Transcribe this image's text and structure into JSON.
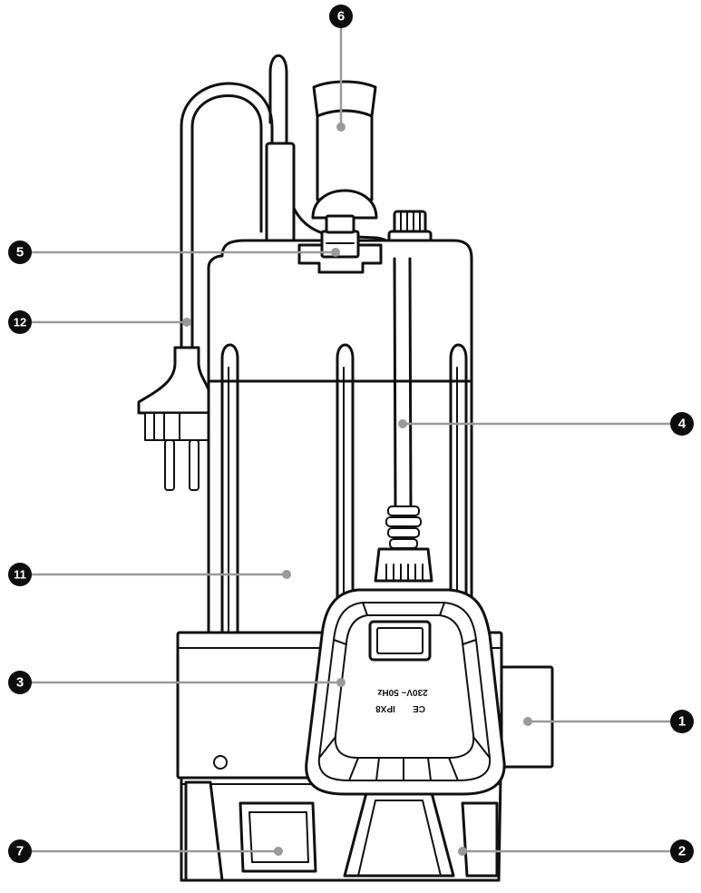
{
  "callouts": [
    {
      "id": "1",
      "label": "1",
      "part": "outlet-port"
    },
    {
      "id": "2",
      "label": "2",
      "part": "base-foot-right"
    },
    {
      "id": "3",
      "label": "3",
      "part": "float-switch"
    },
    {
      "id": "4",
      "label": "4",
      "part": "switch-cable"
    },
    {
      "id": "5",
      "label": "5",
      "part": "cable-clip"
    },
    {
      "id": "6",
      "label": "6",
      "part": "carry-handle"
    },
    {
      "id": "7",
      "label": "7",
      "part": "base-foot-left"
    },
    {
      "id": "11",
      "label": "11",
      "part": "motor-housing"
    },
    {
      "id": "12",
      "label": "12",
      "part": "power-cord-plug"
    }
  ],
  "switch_marking": {
    "line1": "CE",
    "line2": "IPX8",
    "line3": "230V~ 50Hz"
  }
}
